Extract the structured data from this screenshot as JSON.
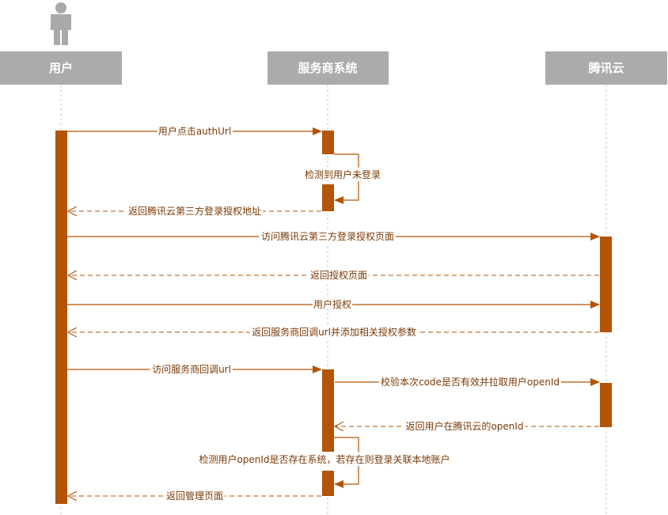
{
  "participants": {
    "user": "用户",
    "provider": "服务商系统",
    "tencent": "腾讯云"
  },
  "messages": {
    "m1": "用户点击authUrl",
    "m2": "检测到用户未登录",
    "m3": "返回腾讯云第三方登录授权地址",
    "m4": "访问腾讯云第三方登录授权页面",
    "m5": "返回授权页面",
    "m6": "用户授权",
    "m7": "返回服务商回调url并添加相关授权参数",
    "m8": "访问服务商回调url",
    "m9": "校验本次code是否有效并拉取用户openId",
    "m10": "返回用户在腾讯云的openId",
    "m11": "检测用户openId是否存在系统，若存在则登录关联本地账户",
    "m12": "返回管理页面"
  },
  "colors": {
    "participant_box": "#ababab",
    "activation": "#b35406",
    "arrow": "#b35406",
    "lifeline": "#c8c8c8",
    "actor": "#a9a9a9"
  }
}
